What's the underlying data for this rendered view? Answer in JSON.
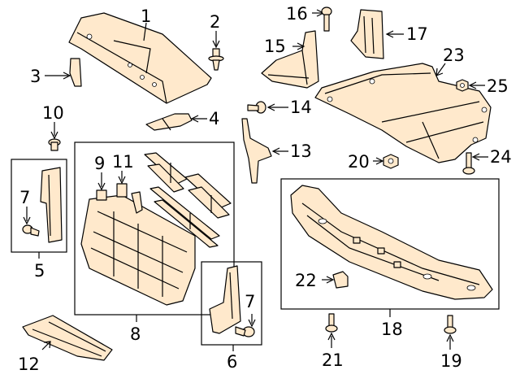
{
  "callouts": {
    "c1": "1",
    "c2": "2",
    "c3": "3",
    "c4": "4",
    "c5": "5",
    "c6": "6",
    "c7a": "7",
    "c7b": "7",
    "c8": "8",
    "c9": "9",
    "c10": "10",
    "c11": "11",
    "c12": "12",
    "c13": "13",
    "c14": "14",
    "c15": "15",
    "c16": "16",
    "c17": "17",
    "c18": "18",
    "c19": "19",
    "c20": "20",
    "c21": "21",
    "c22": "22",
    "c23": "23",
    "c24": "24",
    "c25": "25"
  },
  "colors": {
    "part_fill": "#ffe9cc",
    "outline": "#000000",
    "background": "#ffffff"
  }
}
